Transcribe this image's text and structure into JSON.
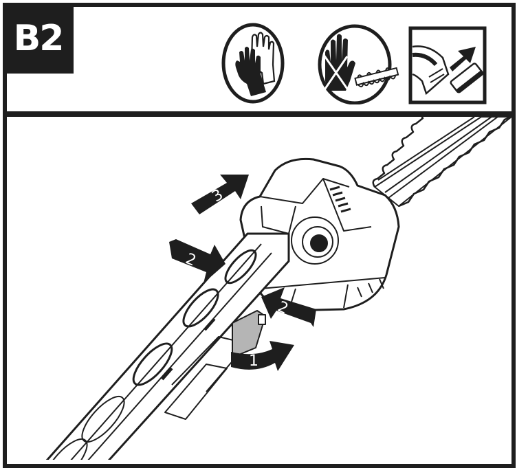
{
  "step": {
    "label": "B2"
  },
  "header_icons": [
    {
      "name": "wear-gloves-icon",
      "description": "Wear protective gloves"
    },
    {
      "name": "no-hands-near-blade-icon",
      "description": "Keep hands away from cutting blade"
    },
    {
      "name": "remove-battery-icon",
      "description": "Remove battery before service"
    }
  ],
  "illustration": {
    "subject": "Pole hedge trimmer head attachment",
    "arrows": [
      {
        "label": "1",
        "meaning": "rotate locking lever"
      },
      {
        "label": "2",
        "meaning": "press release button (left)"
      },
      {
        "label": "2",
        "meaning": "press release button (right)"
      },
      {
        "label": "3",
        "meaning": "pull head off pole"
      }
    ]
  },
  "colors": {
    "ink": "#1e1e1e",
    "paper": "#ffffff",
    "latch_gray": "#b5b5b5"
  }
}
